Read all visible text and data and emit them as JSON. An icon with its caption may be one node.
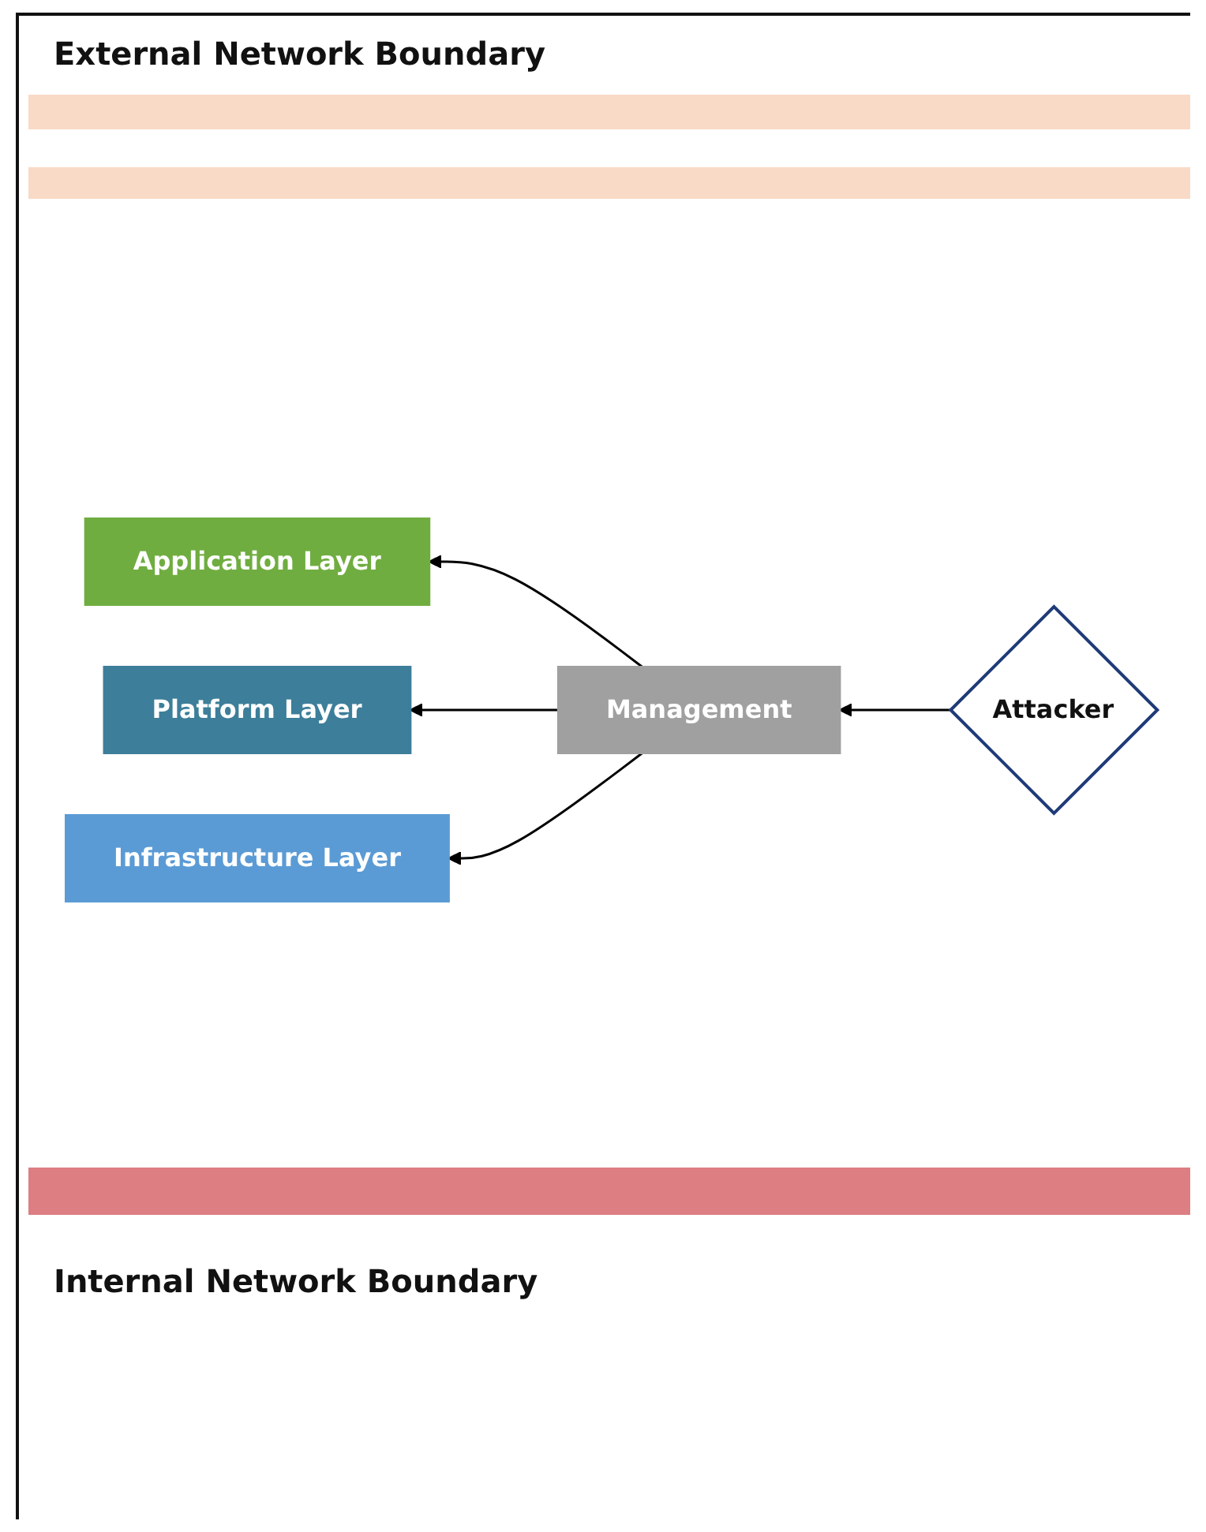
{
  "diagram": {
    "nodes": [
      {
        "text": [
          "Application Layer"
        ]
      },
      {
        "text": [
          "Platform Layer"
        ]
      },
      {
        "text": [
          "Infrastructure Layer"
        ]
      },
      {
        "text": [
          "Management"
        ]
      },
      {
        "text": [
          "Attacker"
        ]
      }
    ],
    "edges": [
      {
        "from": 3,
        "to": 0,
        "arrow": "to"
      },
      {
        "from": 3,
        "to": 1,
        "arrow": "to"
      },
      {
        "from": 3,
        "to": 2,
        "arrow": "to"
      },
      {
        "from": 4,
        "to": 3,
        "arrow": "to"
      }
    ],
    "labels": [
      "External Network Boundary",
      "Internal Network Boundary"
    ]
  }
}
